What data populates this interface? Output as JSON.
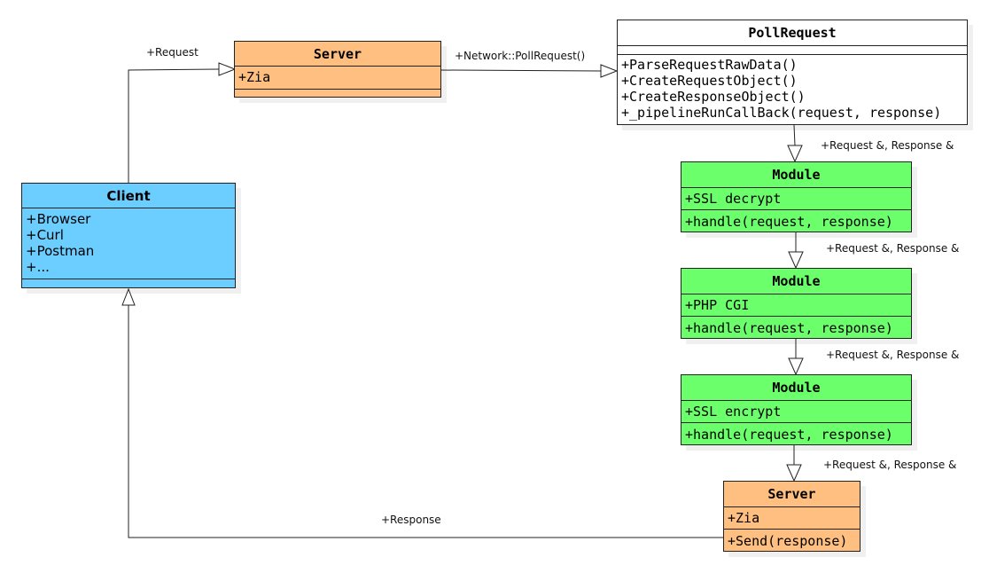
{
  "colors": {
    "server": "#ffbf80",
    "client": "#6ccdff",
    "module": "#6cff6c",
    "pollrequest": "#ffffff",
    "line": "#222222"
  },
  "server_top": {
    "title": "Server",
    "attributes": [
      "+Zia"
    ]
  },
  "client": {
    "title": "Client",
    "attributes": [
      "+Browser",
      "+Curl",
      "+Postman",
      "+..."
    ]
  },
  "pollrequest": {
    "title": "PollRequest",
    "methods": [
      "+ParseRequestRawData()",
      "+CreateRequestObject()",
      "+CreateResponseObject()",
      "+_pipelineRunCallBack(request, response)"
    ]
  },
  "module1": {
    "title": "Module",
    "attributes": [
      "+SSL decrypt"
    ],
    "methods": [
      "+handle(request, response)"
    ]
  },
  "module2": {
    "title": "Module",
    "attributes": [
      "+PHP CGI"
    ],
    "methods": [
      "+handle(request, response)"
    ]
  },
  "module3": {
    "title": "Module",
    "attributes": [
      "+SSL encrypt"
    ],
    "methods": [
      "+handle(request, response)"
    ]
  },
  "server_bottom": {
    "title": "Server",
    "attributes": [
      "+Zia"
    ],
    "methods": [
      "+Send(response)"
    ]
  },
  "edges": {
    "request": "+Request",
    "pollrequest_call": "+Network::PollRequest()",
    "req_resp_1": "+Request &, Response &",
    "req_resp_2": "+Request &, Response &",
    "req_resp_3": "+Request &, Response &",
    "req_resp_4": "+Request &, Response &",
    "response": "+Response"
  }
}
